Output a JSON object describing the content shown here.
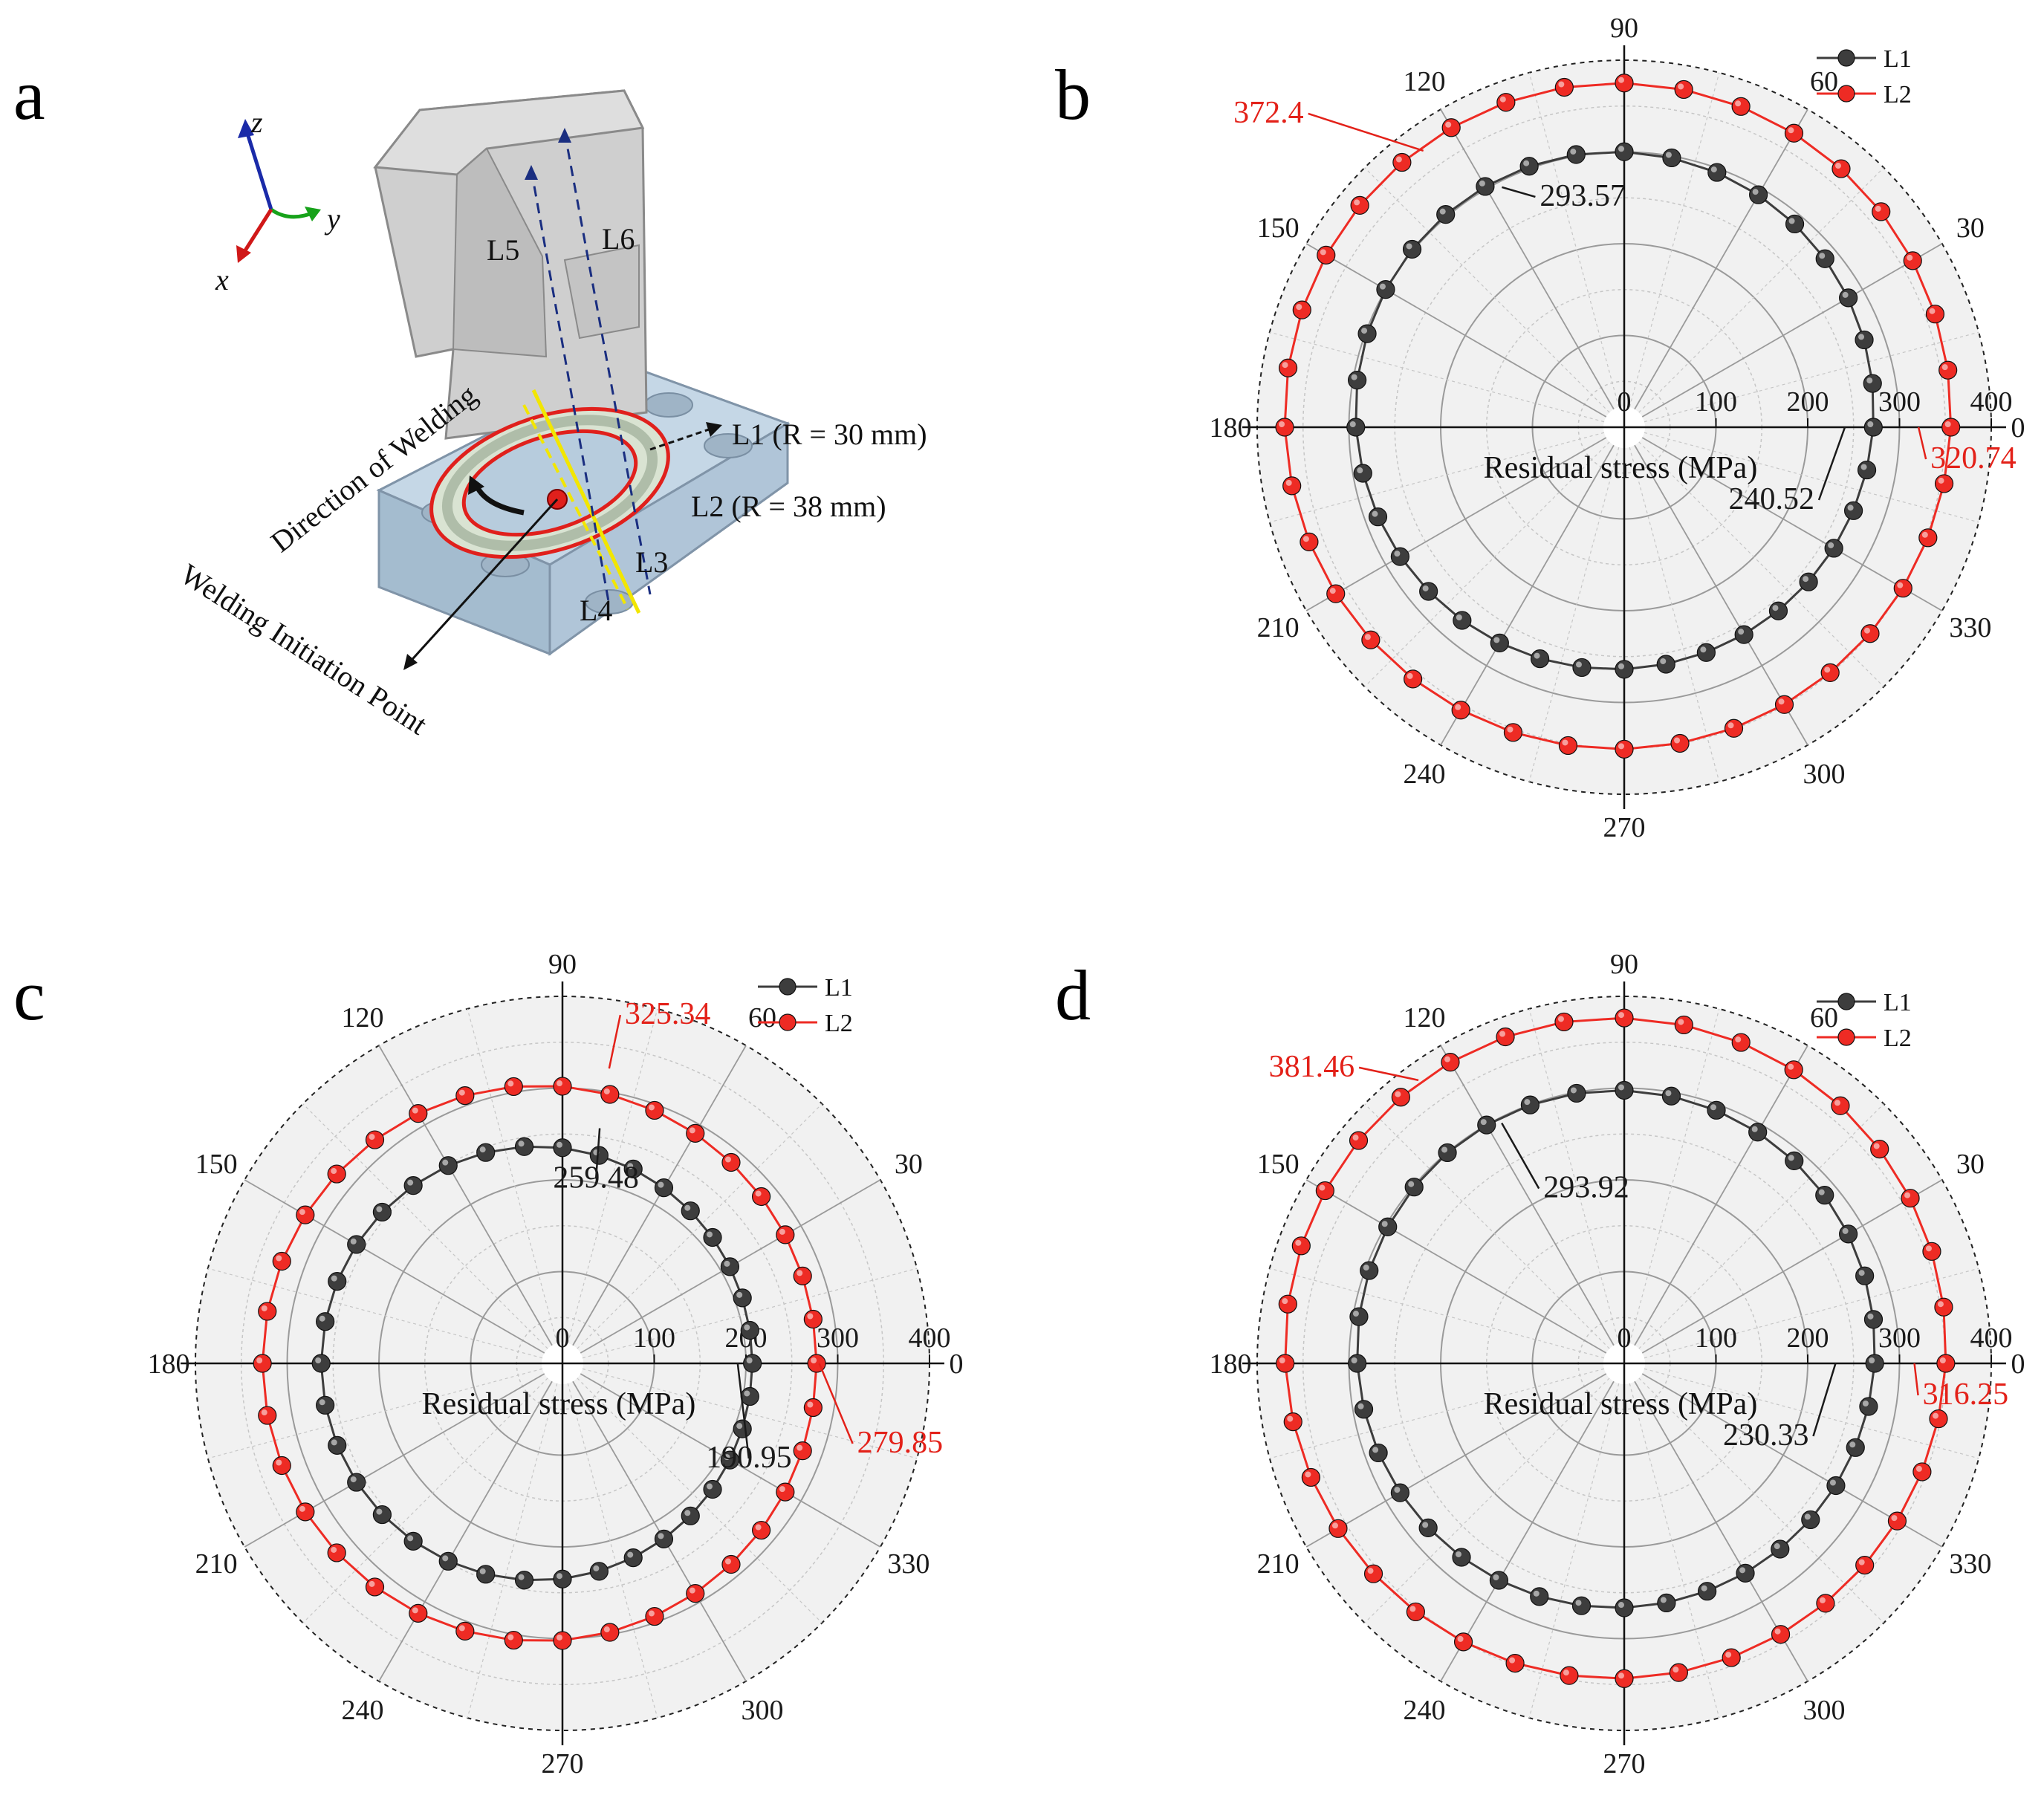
{
  "figure": {
    "panels": {
      "a": "a",
      "b": "b",
      "c": "c",
      "d": "d"
    }
  },
  "panel_a": {
    "axes": {
      "z": "z",
      "y": "y",
      "x": "x"
    },
    "labels": {
      "l5": "L5",
      "l6": "L6",
      "l1": "L1 (R = 30 mm)",
      "l2": "L2 (R = 38 mm)",
      "l3": "L3",
      "l4": "L4",
      "direction": "Direction of Welding",
      "initiation": "Welding Initiation Point"
    },
    "colors": {
      "weld_path": "#e0201c",
      "guide_line": "#f2e600",
      "dashed_line": "#1a2e80",
      "plate": "#a9c1d6",
      "shaft": "#c8c8c8"
    }
  },
  "chart_data": [
    {
      "panel": "b",
      "type": "scatter",
      "subtype": "polar",
      "radial_axis_label": "Residual stress (MPa)",
      "radial_ticks": [
        "0",
        "100",
        "200",
        "300",
        "400"
      ],
      "rlim": [
        0,
        400
      ],
      "angular_ticks": [
        "0",
        "30",
        "60",
        "90",
        "120",
        "150",
        "180",
        "210",
        "240",
        "270",
        "300",
        "330"
      ],
      "legend": {
        "position": "top-right",
        "entries": [
          "L1",
          "L2"
        ]
      },
      "series": [
        {
          "name": "L1",
          "color": "#3d3d3d",
          "mean": 282,
          "amplitude": 21,
          "peak_deg": 120
        },
        {
          "name": "L2",
          "color": "#ee2b24",
          "mean": 363,
          "amplitude": 14,
          "peak_deg": 120
        }
      ],
      "annotations": [
        {
          "text": "293.57",
          "series": "L1",
          "angle": 117,
          "value": 293.57,
          "color": "#1a1a1a"
        },
        {
          "text": "240.52",
          "series": "L1",
          "angle": 0,
          "value": 240.52,
          "color": "#1a1a1a"
        },
        {
          "text": "372.4",
          "series": "L2",
          "angle": 126,
          "value": 372.4,
          "color": "#e32119"
        },
        {
          "text": "320.74",
          "series": "L2",
          "angle": 0,
          "value": 320.74,
          "color": "#e32119"
        }
      ]
    },
    {
      "panel": "c",
      "type": "scatter",
      "subtype": "polar",
      "radial_axis_label": "Residual stress (MPa)",
      "radial_ticks": [
        "0",
        "100",
        "200",
        "300",
        "400"
      ],
      "rlim": [
        0,
        400
      ],
      "angular_ticks": [
        "0",
        "30",
        "60",
        "90",
        "120",
        "150",
        "180",
        "210",
        "240",
        "270",
        "300",
        "330"
      ],
      "legend": {
        "position": "top-right",
        "entries": [
          "L1",
          "L2"
        ]
      },
      "series": [
        {
          "name": "L1",
          "color": "#3d3d3d",
          "mean": 235,
          "amplitude": 28,
          "peak_deg": 180
        },
        {
          "name": "L2",
          "color": "#ee2b24",
          "mean": 302,
          "amplitude": 25,
          "peak_deg": 180
        }
      ],
      "annotations": [
        {
          "text": "259.48",
          "series": "L1",
          "angle": 81,
          "value": 259.48,
          "color": "#1a1a1a"
        },
        {
          "text": "190.95",
          "series": "L1",
          "angle": 0,
          "value": 190.95,
          "color": "#1a1a1a"
        },
        {
          "text": "325.34",
          "series": "L2",
          "angle": 81,
          "value": 325.34,
          "color": "#e32119"
        },
        {
          "text": "279.85",
          "series": "L2",
          "angle": 0,
          "value": 279.85,
          "color": "#e32119"
        }
      ]
    },
    {
      "panel": "d",
      "type": "scatter",
      "subtype": "polar",
      "radial_axis_label": "Residual stress (MPa)",
      "radial_ticks": [
        "0",
        "100",
        "200",
        "300",
        "400"
      ],
      "rlim": [
        0,
        400
      ],
      "angular_ticks": [
        "0",
        "30",
        "60",
        "90",
        "120",
        "150",
        "180",
        "210",
        "240",
        "270",
        "300",
        "330"
      ],
      "legend": {
        "position": "top-right",
        "entries": [
          "L1",
          "L2"
        ]
      },
      "series": [
        {
          "name": "L1",
          "color": "#3d3d3d",
          "mean": 282,
          "amplitude": 18,
          "peak_deg": 120
        },
        {
          "name": "L2",
          "color": "#ee2b24",
          "mean": 360,
          "amplitude": 19,
          "peak_deg": 120
        }
      ],
      "annotations": [
        {
          "text": "293.92",
          "series": "L1",
          "angle": 117,
          "value": 293.92,
          "color": "#1a1a1a"
        },
        {
          "text": "230.33",
          "series": "L1",
          "angle": 0,
          "value": 230.33,
          "color": "#1a1a1a"
        },
        {
          "text": "381.46",
          "series": "L2",
          "angle": 126,
          "value": 381.46,
          "color": "#e32119"
        },
        {
          "text": "316.25",
          "series": "L2",
          "angle": 0,
          "value": 316.25,
          "color": "#e32119"
        }
      ]
    }
  ]
}
